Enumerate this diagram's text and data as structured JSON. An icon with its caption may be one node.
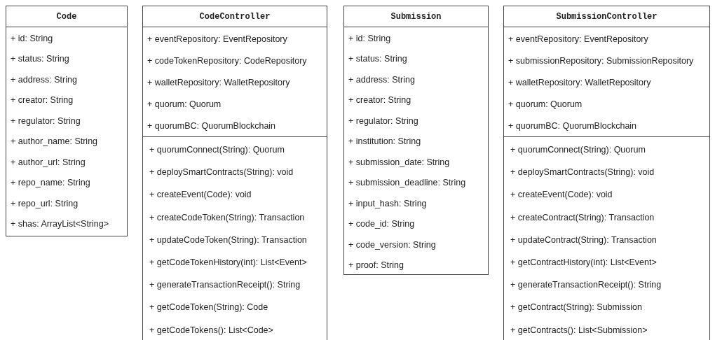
{
  "diagram": {
    "nodes": [
      {
        "text": [
          "Code"
        ]
      },
      {
        "text": [
          "+ id: String",
          "+ status: String",
          "+ address: String",
          "+ creator: String",
          "+ regulator: String",
          "+ author_name: String",
          "+ author_url: String",
          "+ repo_name: String",
          "+ repo_url: String",
          "+ shas: ArrayList<String>"
        ],
        "in": 0
      },
      {
        "text": [
          "CodeController"
        ]
      },
      {
        "text": [
          "+ eventRepository: EventRepository",
          "+ codeTokenRepository: CodeRepository",
          "+ walletRepository: WalletRepository",
          "+ quorum: Quorum",
          "+ quorumBC: QuorumBlockchain"
        ],
        "in": 2
      },
      {
        "text": [
          "+ quorumConnect(String): Quorum",
          "+ deploySmartContracts(String): void",
          "+ createEvent(Code): void",
          "+ createCodeToken(String): Transaction",
          "+ updateCodeToken(String): Transaction",
          "+ getCodeTokenHistory(int): List<Event>",
          "+ generateTransactionReceipt(): String",
          "+ getCodeToken(String): Code",
          "+ getCodeTokens(): List<Code>"
        ],
        "in": 2
      },
      {
        "text": [
          "Submission"
        ]
      },
      {
        "text": [
          "+ id: String",
          "+ status: String",
          "+ address: String",
          "+ creator: String",
          "+ regulator: String",
          "+ institution: String",
          "+ submission_date: String",
          "+ submission_deadline: String",
          "+ input_hash: String",
          "+ code_id: String",
          "+ code_version: String",
          "+ proof: String"
        ],
        "in": 5
      },
      {
        "text": [
          "SubmissionController"
        ]
      },
      {
        "text": [
          "+ eventRepository: EventRepository",
          "+ submissionRepository: SubmissionRepository",
          "+ walletRepository: WalletRepository",
          "+ quorum: Quorum",
          "+ quorumBC: QuorumBlockchain"
        ],
        "in": 7
      },
      {
        "text": [
          "+ quorumConnect(String): Quorum",
          "+ deploySmartContracts(String): void",
          "+ createEvent(Code): void",
          "+ createContract(String): Transaction",
          "+ updateContract(String): Transaction",
          "+ getContractHistory(int): List<Event>",
          "+ generateTransactionReceipt(): String",
          "+ getContract(String): Submission",
          "+ getContracts(): List<Submission>"
        ],
        "in": 7
      }
    ],
    "edges": []
  }
}
